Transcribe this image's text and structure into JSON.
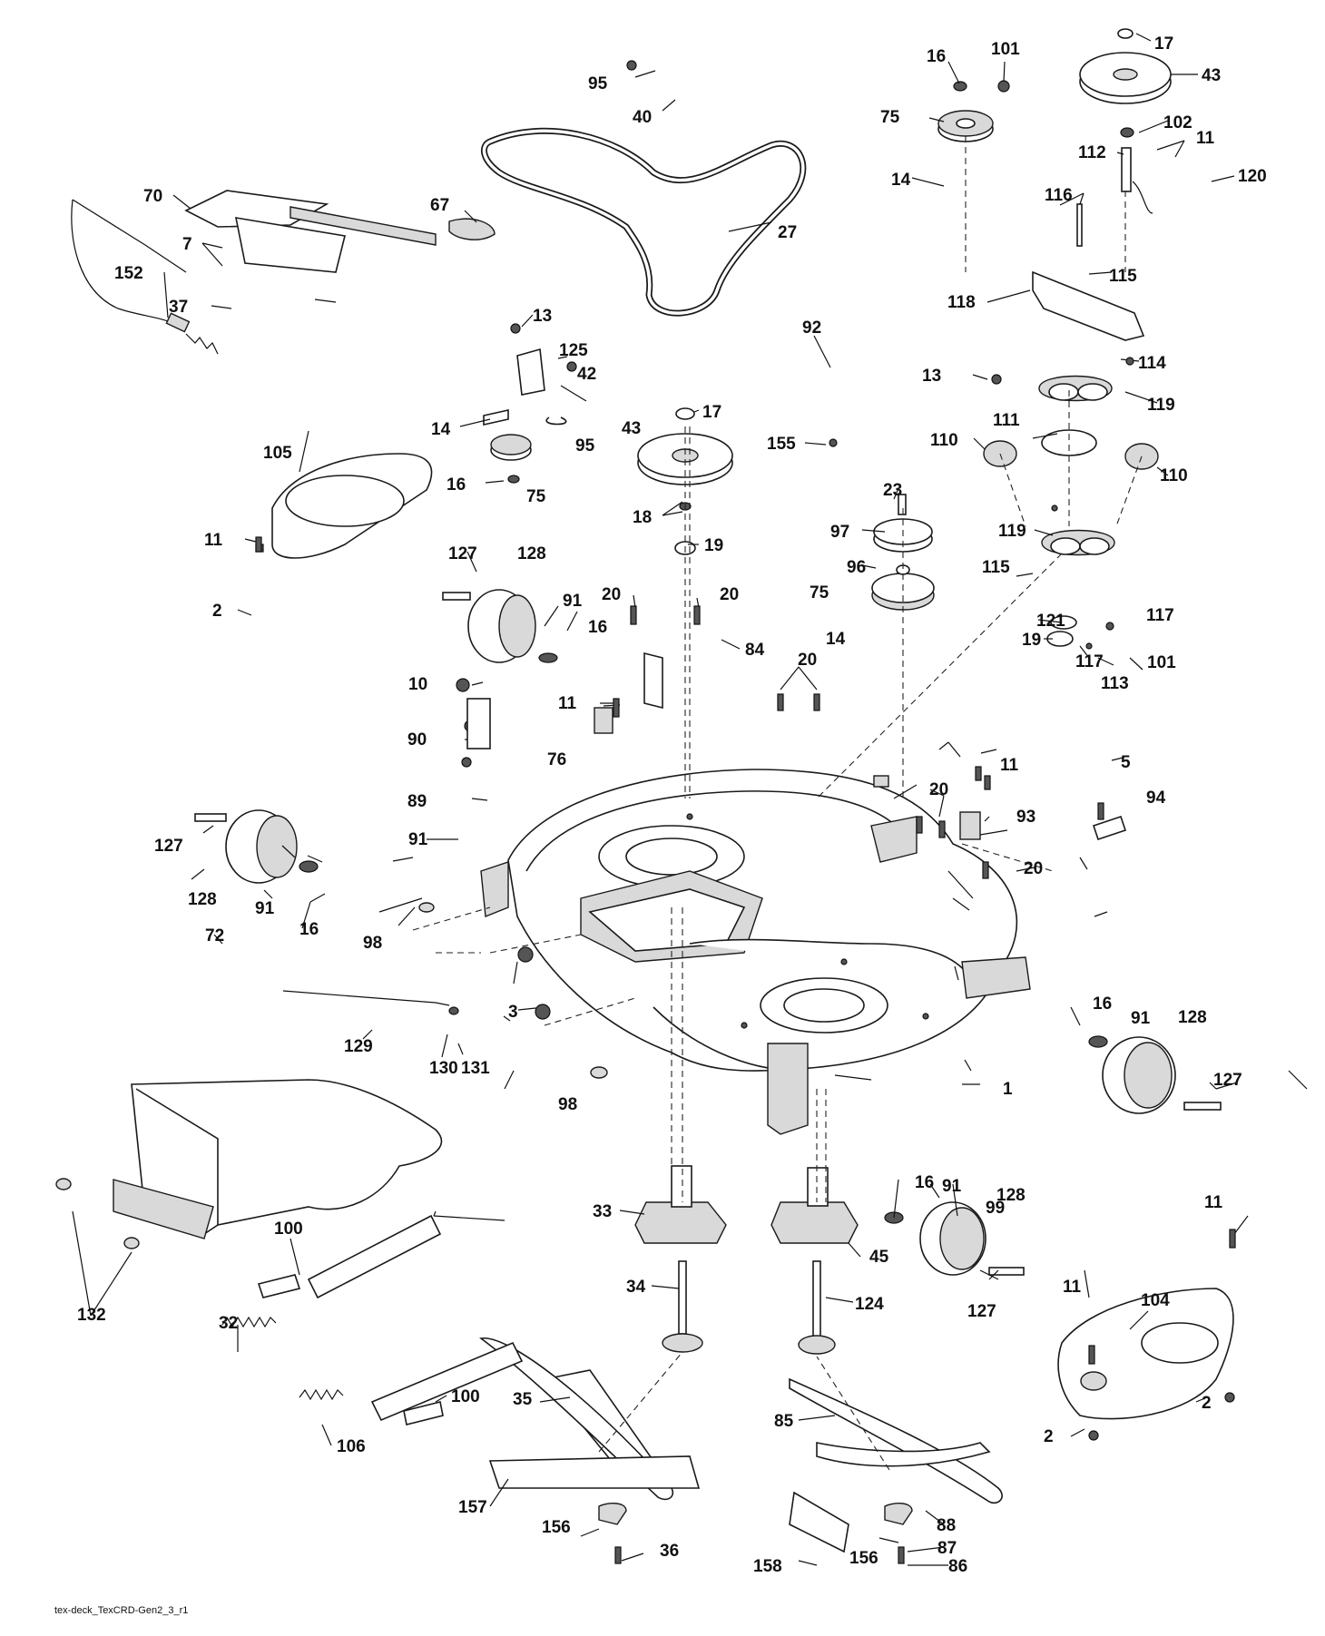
{
  "diagram": {
    "caption": "tex-deck_TexCRD-Gen2_3_r1",
    "labels": [
      "95",
      "40",
      "16",
      "101",
      "17",
      "43",
      "75",
      "102",
      "11",
      "112",
      "14",
      "116",
      "120",
      "67",
      "70",
      "27",
      "7",
      "152",
      "37",
      "115",
      "118",
      "13",
      "125",
      "42",
      "92",
      "114",
      "13",
      "119",
      "14",
      "95",
      "17",
      "43",
      "105",
      "75",
      "111",
      "110",
      "110",
      "16",
      "155",
      "18",
      "11",
      "19",
      "23",
      "97",
      "119",
      "127",
      "128",
      "96",
      "115",
      "2",
      "91",
      "20",
      "20",
      "16",
      "75",
      "121",
      "117",
      "84",
      "19",
      "14",
      "117",
      "113",
      "101",
      "10",
      "20",
      "11",
      "90",
      "76",
      "11",
      "5",
      "89",
      "20",
      "93",
      "94",
      "127",
      "91",
      "128",
      "91",
      "16",
      "20",
      "98",
      "3",
      "16",
      "72",
      "129",
      "130",
      "131",
      "91",
      "128",
      "1",
      "127",
      "98",
      "16",
      "99",
      "91",
      "128",
      "11",
      "33",
      "45",
      "100",
      "104",
      "132",
      "34",
      "124",
      "127",
      "11",
      "32",
      "100",
      "2",
      "35",
      "85",
      "106",
      "2",
      "157",
      "156",
      "88",
      "36",
      "158",
      "156",
      "87",
      "86"
    ]
  }
}
